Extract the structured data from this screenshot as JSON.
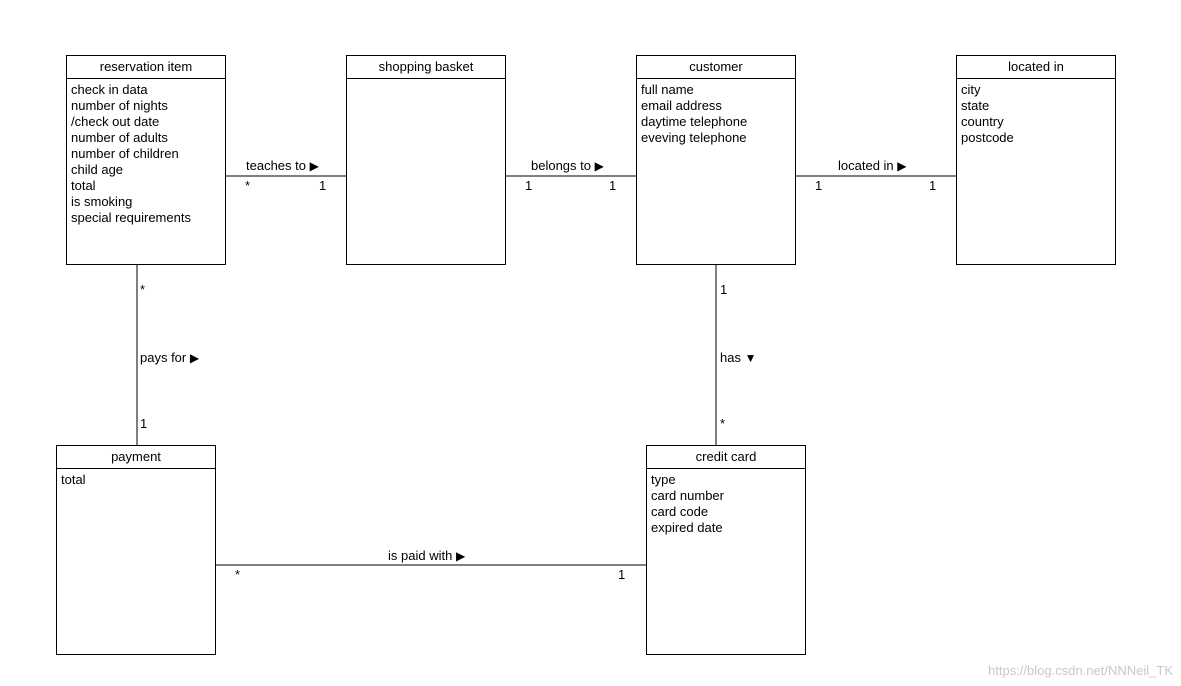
{
  "classes": {
    "reservation_item": {
      "name": "reservation item",
      "attributes": [
        "check in data",
        "number of nights",
        "/check out date",
        "number of adults",
        "number of children",
        "child age",
        "total",
        "is smoking",
        "special requirements"
      ]
    },
    "shopping_basket": {
      "name": "shopping basket",
      "attributes": []
    },
    "customer": {
      "name": "customer",
      "attributes": [
        "full name",
        "email address",
        "daytime telephone",
        "eveving telephone"
      ]
    },
    "located_in": {
      "name": "located in",
      "attributes": [
        "city",
        "state",
        "country",
        "postcode"
      ]
    },
    "payment": {
      "name": "payment",
      "attributes": [
        "total"
      ]
    },
    "credit_card": {
      "name": "credit card",
      "attributes": [
        "type",
        "card number",
        "card code",
        "expired date"
      ]
    }
  },
  "associations": {
    "teaches_to": {
      "label": "teaches to",
      "arrow": "right",
      "left_mult": "*",
      "right_mult": "1"
    },
    "belongs_to": {
      "label": "belongs to",
      "arrow": "right",
      "left_mult": "1",
      "right_mult": "1"
    },
    "located_in": {
      "label": "located in",
      "arrow": "right",
      "left_mult": "1",
      "right_mult": "1"
    },
    "pays_for": {
      "label": "pays for",
      "arrow": "right",
      "top_mult": "*",
      "bottom_mult": "1"
    },
    "has": {
      "label": "has",
      "arrow": "down",
      "top_mult": "1",
      "bottom_mult": "*"
    },
    "is_paid_with": {
      "label": "is paid with",
      "arrow": "right",
      "left_mult": "*",
      "right_mult": "1"
    }
  },
  "watermark": "https://blog.csdn.net/NNNeil_TK"
}
